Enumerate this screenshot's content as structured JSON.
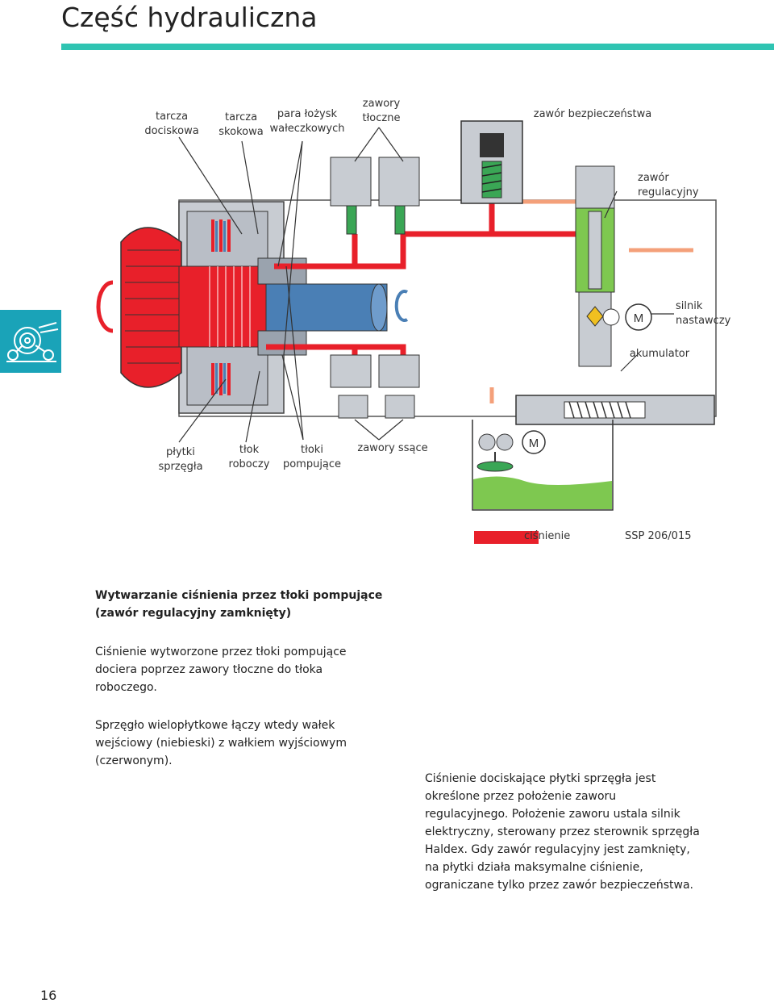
{
  "page": {
    "title": "Część hydrauliczna",
    "page_number": "16",
    "accent_color": "#2fc4b2",
    "tab_color": "#1aa3b8",
    "tab_icon": "clutch-icon"
  },
  "diagram": {
    "labels": {
      "tarcza_dociskowa": "tarcza\ndociskowa",
      "tarcza_skokowa": "tarcza\nskokowa",
      "para_lozysk": "para łożysk\nwałeczkowych",
      "zawory_tloczne": "zawory\ntłoczne",
      "zawor_bezpieczenstwa": "zawór bezpieczeństwa",
      "zawor_regulacyjny": "zawór\nregulacyjny",
      "silnik_nastawczy": "silnik\nnastawczy",
      "akumulator": "akumulator",
      "plytki_sprzegla": "płytki\nsprzęgła",
      "tlok_roboczy": "tłok\nroboczy",
      "tloki_pompujace": "tłoki\npompujące",
      "zawory_ssace": "zawory ssące",
      "motor_symbol": "M"
    },
    "legend": {
      "pressure_label": "ciśnienie",
      "pressure_color": "#e8202a"
    },
    "reference": "SSP 206/015",
    "colors": {
      "pressure": "#e8202a",
      "oil_low": "#f4a07a",
      "housing": "#c8ccd2",
      "input_shaft": "#4a7fb5",
      "oil_tank": "#7ec850",
      "spring": "#3aa655"
    }
  },
  "content": {
    "heading": "Wytwarzanie ciśnienia przez tłoki pompujące\n(zawór regulacyjny zamknięty)",
    "paragraph1": "Ciśnienie wytworzone przez tłoki pompujące\ndociera poprzez zawory tłoczne do tłoka\nroboczego.",
    "paragraph2": "Sprzęgło wielopłytkowe łączy wtedy wałek\nwejściowy (niebieski) z wałkiem wyjściowym\n(czerwonym).",
    "paragraph3": "Ciśnienie dociskające płytki sprzęgła jest\nokreślone przez położenie zaworu\nregulacyjnego. Położenie zaworu ustala silnik\nelektryczny, sterowany przez sterownik sprzęgła\nHaldex. Gdy zawór regulacyjny jest zamknięty,\nna płytki działa maksymalne ciśnienie,\nograniczane tylko przez zawór bezpieczeństwa."
  }
}
